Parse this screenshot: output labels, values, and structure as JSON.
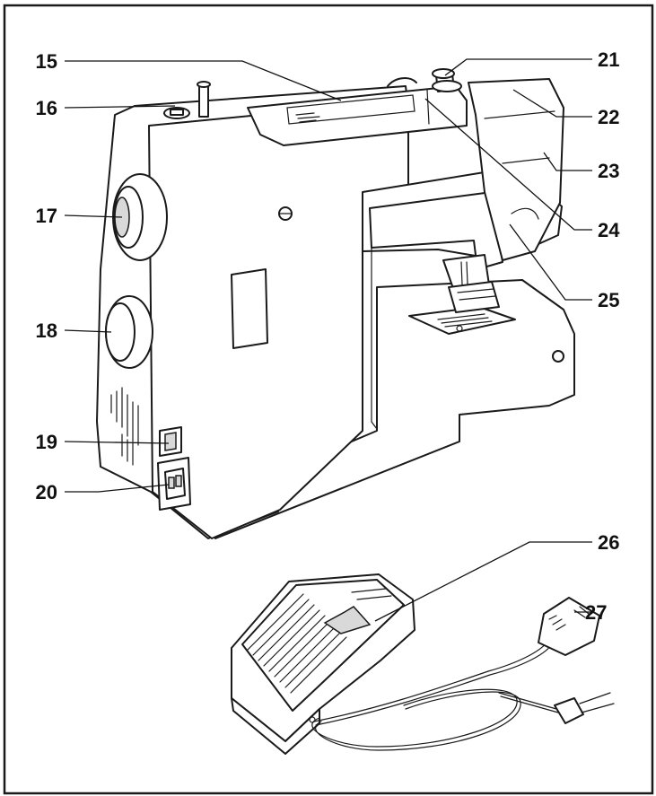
{
  "figure": {
    "frame_color": "#1a1a1a",
    "callouts": [
      {
        "id": "15",
        "label": "15"
      },
      {
        "id": "16",
        "label": "16"
      },
      {
        "id": "17",
        "label": "17"
      },
      {
        "id": "18",
        "label": "18"
      },
      {
        "id": "19",
        "label": "19"
      },
      {
        "id": "20",
        "label": "20"
      },
      {
        "id": "21",
        "label": "21"
      },
      {
        "id": "22",
        "label": "22"
      },
      {
        "id": "23",
        "label": "23"
      },
      {
        "id": "24",
        "label": "24"
      },
      {
        "id": "25",
        "label": "25"
      },
      {
        "id": "26",
        "label": "26"
      },
      {
        "id": "27",
        "label": "27"
      }
    ]
  }
}
